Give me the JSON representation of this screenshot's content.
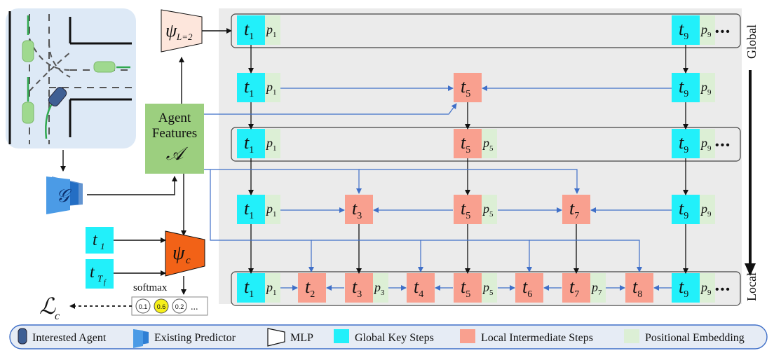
{
  "colors": {
    "global": "#22f0fa",
    "local": "#f9a08f",
    "pos": "#dcefd5",
    "agent_feat": "#9ccf7f",
    "mlp_top": "#fde6dc",
    "mlp_c": "#f26217",
    "predictor": "#2f7fd4",
    "panel": "#ebebeb",
    "blue_line": "#3f6fc8",
    "map_bg": "#dde9f6",
    "legend_bg": "#e6ecf5",
    "highlight": "#f7f01a"
  },
  "labels": {
    "psi_top_sym": "ψ",
    "psi_top_sub": "L=2",
    "agent_line1": "Agent",
    "agent_line2": "Features",
    "agent_sym": "𝒜",
    "predictor_sym": "𝒢",
    "psi_c_sym": "ψ",
    "psi_c_sub": "c",
    "t1_sym": "t",
    "t1_sub": "1",
    "ttf_sym": "t",
    "ttf_sub": "T",
    "ttf_subsub": "f",
    "softmax": "softmax",
    "probs": [
      "0.1",
      "0.6",
      "0.2"
    ],
    "probs_more": "...",
    "loss_sym": "ℒ",
    "loss_sub": "c",
    "global_side": "Global",
    "local_side": "Local",
    "dots": "•••"
  },
  "rows": [
    {
      "tokens": [
        {
          "k": "g",
          "n": "1",
          "p": "1"
        },
        {
          "k": "g",
          "n": "9",
          "p": "9"
        }
      ],
      "dots": true
    },
    {
      "tokens": [
        {
          "k": "g",
          "n": "1",
          "p": "1"
        },
        {
          "k": "l",
          "n": "5"
        },
        {
          "k": "g",
          "n": "9",
          "p": "9"
        }
      ],
      "dots": false
    },
    {
      "tokens": [
        {
          "k": "g",
          "n": "1",
          "p": "1"
        },
        {
          "k": "l",
          "n": "5",
          "p": "5"
        },
        {
          "k": "g",
          "n": "9",
          "p": "9"
        }
      ],
      "dots": true
    },
    {
      "tokens": [
        {
          "k": "g",
          "n": "1",
          "p": "1"
        },
        {
          "k": "l",
          "n": "3"
        },
        {
          "k": "l",
          "n": "5",
          "p": "5"
        },
        {
          "k": "l",
          "n": "7"
        },
        {
          "k": "g",
          "n": "9",
          "p": "9"
        }
      ],
      "dots": false
    },
    {
      "tokens": [
        {
          "k": "g",
          "n": "1",
          "p": "1"
        },
        {
          "k": "l",
          "n": "2"
        },
        {
          "k": "l",
          "n": "3",
          "p": "3"
        },
        {
          "k": "l",
          "n": "4"
        },
        {
          "k": "l",
          "n": "5",
          "p": "5"
        },
        {
          "k": "l",
          "n": "6"
        },
        {
          "k": "l",
          "n": "7",
          "p": "7"
        },
        {
          "k": "l",
          "n": "8"
        },
        {
          "k": "g",
          "n": "9",
          "p": "9"
        }
      ],
      "dots": true
    }
  ],
  "legend": [
    {
      "icon": "interested-agent-icon",
      "label": "Interested Agent"
    },
    {
      "icon": "existing-predictor-icon",
      "label": "Existing Predictor"
    },
    {
      "icon": "mlp-icon",
      "label": "MLP"
    },
    {
      "icon": "global-swatch",
      "label": "Global Key Steps"
    },
    {
      "icon": "local-swatch",
      "label": "Local Intermediate Steps"
    },
    {
      "icon": "pos-swatch",
      "label": "Positional Embedding"
    }
  ]
}
